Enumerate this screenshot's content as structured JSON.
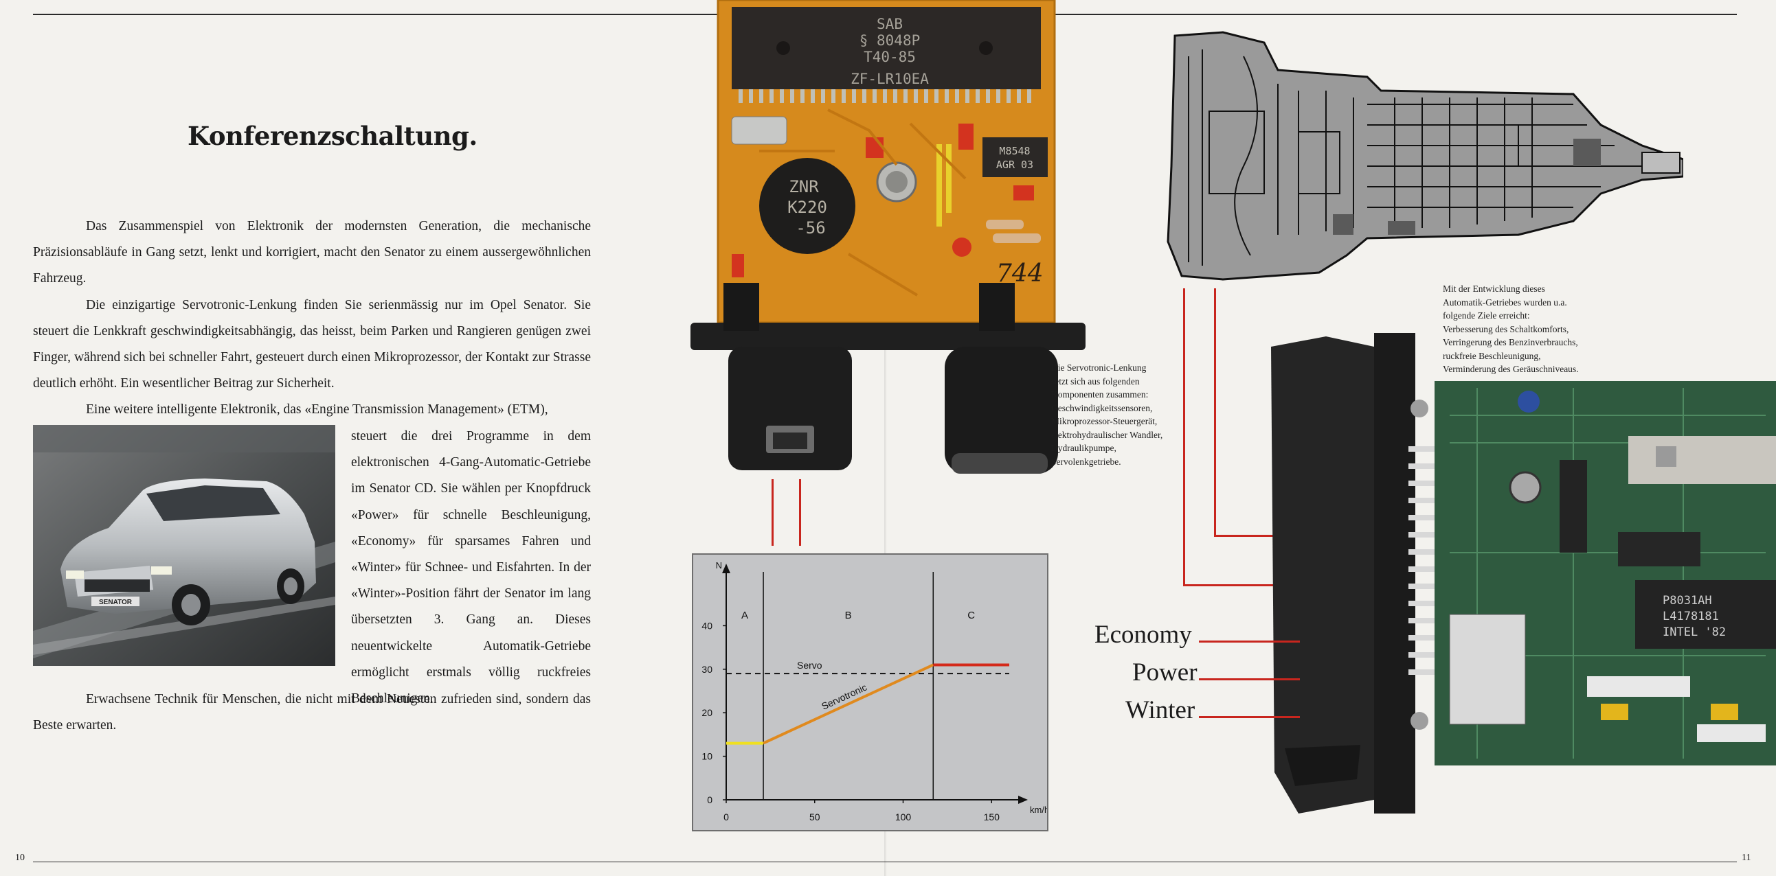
{
  "headline": "Konferenzschaltung.",
  "paragraphs": {
    "p1": "Das Zusammenspiel von Elektronik der modernsten Generation, die mechanische Präzisionsabläufe in Gang setzt, lenkt und korrigiert, macht den Senator zu einem aussergewöhnlichen Fahrzeug.",
    "p2": "Die einzigartige Servotronic-Lenkung finden Sie serienmässig nur im Opel Senator. Sie steuert die Lenkkraft geschwindigkeitsabhängig, das heisst, beim Parken und Rangieren genügen zwei Finger, während sich bei schneller Fahrt, gesteuert durch einen Mikroprozessor, der Kontakt zur Strasse deutlich erhöht. Ein wesentlicher Beitrag zur Sicherheit.",
    "p3_intro": "Eine weitere intelligente Elektronik, das «Engine Transmission Management» (ETM),",
    "p3_wrap": "steuert die drei Programme in dem elektronischen 4-Gang-Automatic-Getriebe im Senator CD. Sie wählen per Knopfdruck «Power» für schnelle Beschleunigung, «Economy» für sparsames Fahren und «Winter» für Schnee- und Eisfahrten. In der «Winter»-Position fährt der Senator im lang übersetzten 3. Gang an. Dieses neuentwickelte Automatik-Getriebe ermöglicht erstmals völlig ruckfreies Beschleunigen.",
    "p4": "Erwachsene Technik für Menschen, die nicht mit dem Neuesten zufrieden sind, sondern das Beste erwarten."
  },
  "car_plate": "SENATOR",
  "chip_labels": {
    "main_chip": [
      "SAB",
      "§ 8048P",
      "T40-85",
      "ZF-LR10EA"
    ],
    "small_chip": [
      "M8548",
      "AGR 03"
    ],
    "varistor": [
      "ZNR",
      "K220",
      "-56"
    ],
    "handwritten": "744",
    "intel_chip": [
      "P8031AH",
      "L4178181",
      "INTEL '82"
    ]
  },
  "captions": {
    "servotronic": [
      "Die Servotronic-Lenkung",
      "setzt sich aus folgenden",
      "Komponenten zusammen:",
      "Geschwindigkeitssensoren,",
      "Mikroprozessor-Steuergerät,",
      "elektrohydraulischer Wandler,",
      "Hydraulikpumpe,",
      "Servolenkgetriebe."
    ],
    "gearbox": [
      "Mit der Entwicklung dieses",
      "Automatik-Getriebes wurden u.a.",
      "folgende Ziele erreicht:",
      "Verbesserung des Schaltkomforts,",
      "Verringerung des Benzinverbrauchs,",
      "ruckfreie Beschleunigung,",
      "Verminderung des Geräuschniveaus."
    ]
  },
  "programs": [
    "Economy",
    "Power",
    "Winter"
  ],
  "page_numbers": {
    "left": "10",
    "right": "11"
  },
  "colors": {
    "callout_red": "#c8261e",
    "servo_orange": "#e08a1e",
    "low_yellow": "#f0e020",
    "high_red": "#d42a1a",
    "chart_bg": "#c4c5c7"
  },
  "chart_data": {
    "type": "line",
    "ylabel": "N",
    "xlabel": "km/h",
    "xlim": [
      0,
      160
    ],
    "ylim": [
      0,
      50
    ],
    "xticks": [
      0,
      50,
      100,
      150
    ],
    "yticks": [
      0,
      10,
      20,
      30,
      40
    ],
    "zones": [
      {
        "label": "A",
        "from": 0,
        "to": 21
      },
      {
        "label": "B",
        "from": 21,
        "to": 117
      },
      {
        "label": "C",
        "from": 117,
        "to": 160
      }
    ],
    "series": [
      {
        "name": "Servo",
        "style": "dashed",
        "x": [
          0,
          160
        ],
        "y": [
          29,
          29
        ]
      },
      {
        "name": "Servotronic",
        "style": "solid",
        "segments": [
          {
            "x": [
              0,
              21
            ],
            "y": [
              13,
              13
            ],
            "color": "#f0e020"
          },
          {
            "x": [
              21,
              117
            ],
            "y": [
              13,
              31
            ],
            "color": "#e08a1e"
          },
          {
            "x": [
              117,
              160
            ],
            "y": [
              31,
              31
            ],
            "color": "#d42a1a"
          }
        ]
      }
    ]
  }
}
